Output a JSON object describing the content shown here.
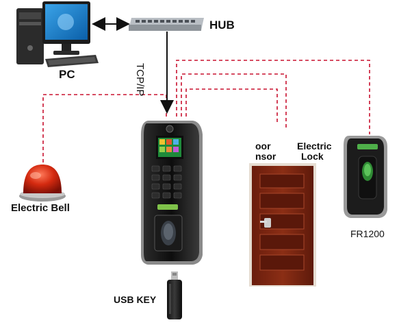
{
  "diagram": {
    "nodes": {
      "pc": {
        "label": "PC",
        "icon": "desktop-computer-icon"
      },
      "hub": {
        "label": "HUB",
        "icon": "network-switch-icon"
      },
      "terminal": {
        "label": "",
        "icon": "fingerprint-terminal-icon"
      },
      "bell": {
        "label": "Electric Bell",
        "icon": "alarm-bell-icon"
      },
      "door": {
        "label_line1": "oor",
        "label_line2": "nsor",
        "icon": "door-icon"
      },
      "lock": {
        "label_line1": "Electric",
        "label_line2": "Lock"
      },
      "reader": {
        "label": "FR1200",
        "icon": "fingerprint-reader-icon"
      },
      "usb": {
        "label": "USB KEY",
        "icon": "usb-key-icon"
      }
    },
    "edges": {
      "pc_hub": {
        "style": "double-arrow"
      },
      "hub_terminal": {
        "label": "TCP/IP",
        "style": "arrow"
      },
      "terminal_bell": {
        "style": "dashed"
      },
      "terminal_door": {
        "style": "dashed"
      },
      "terminal_lock": {
        "style": "dashed"
      },
      "terminal_reader": {
        "style": "dashed"
      }
    },
    "colors": {
      "wire": "#c8102e",
      "text": "#111111",
      "door": "#7a2412",
      "device": "#1a1a1a"
    }
  }
}
